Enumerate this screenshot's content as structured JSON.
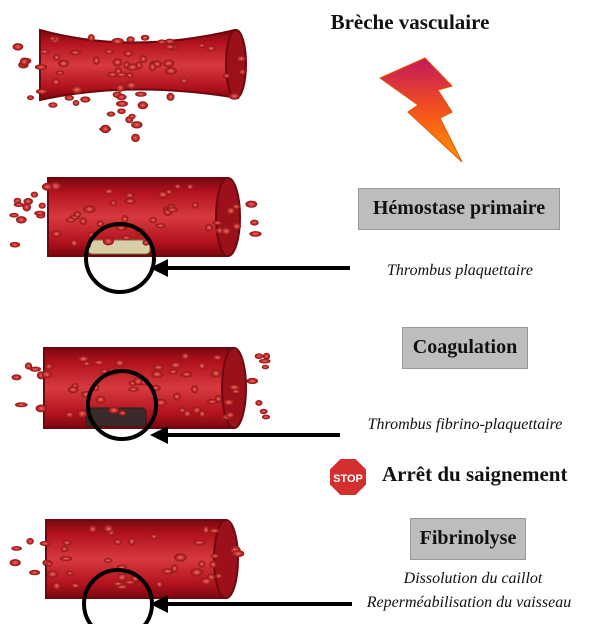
{
  "title": "Brèche vasculaire",
  "steps": [
    {
      "label": "Hémostase primaire",
      "caption": "Thrombus plaquettaire"
    },
    {
      "label": "Coagulation",
      "caption": "Thrombus fibrino-plaquettaire"
    },
    {
      "label": "Fibrinolyse",
      "caption_line1": "Dissolution du caillot",
      "caption_line2": "Reperméabilisation du vaisseau"
    }
  ],
  "stop": {
    "sign_text": "STOP",
    "text": "Arrêt du saignement"
  },
  "colors": {
    "vessel_dark": "#8b0b12",
    "vessel_mid": "#b3121d",
    "rbc": "#c8323c",
    "lightning_top": "#c2185b",
    "lightning_bottom": "#ff6d00",
    "stop_red": "#d32f2f"
  }
}
